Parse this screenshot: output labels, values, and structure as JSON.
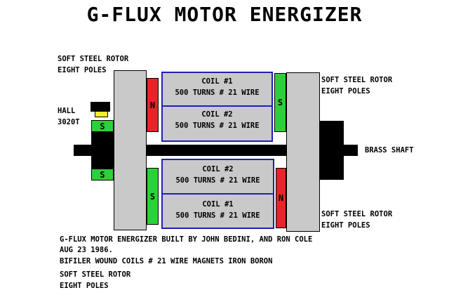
{
  "title": "G-FLUX MOTOR ENERGIZER",
  "labels": {
    "rotor_top_left_1": "SOFT STEEL ROTOR",
    "rotor_top_left_2": "EIGHT POLES",
    "rotor_top_right_1": "SOFT STEEL ROTOR",
    "rotor_top_right_2": "EIGHT POLES",
    "hall_1": "HALL",
    "hall_2": "3020T",
    "brass_shaft": "BRASS SHAFT",
    "rotor_bottom_right_1": "SOFT STEEL ROTOR",
    "rotor_bottom_right_2": "EIGHT POLES",
    "rotor_bottom_left_1": "SOFT STEEL ROTOR",
    "rotor_bottom_left_2": "EIGHT POLES"
  },
  "coils": {
    "top_1_name": "COIL #1",
    "top_1_spec": "500 TURNS # 21 WIRE",
    "top_2_name": "COIL #2",
    "top_2_spec": "500 TURNS # 21 WIRE",
    "bottom_2_name": "COIL #2",
    "bottom_2_spec": "500 TURNS # 21 WIRE",
    "bottom_1_name": "COIL #1",
    "bottom_1_spec": "500 TURNS # 21 WIRE"
  },
  "magnets": {
    "left_top": "N",
    "right_top": "S",
    "left_bottom": "S",
    "right_bottom": "N",
    "hall_top": "S",
    "hall_bottom": "S"
  },
  "notes": {
    "line1": "G-FLUX MOTOR ENERGIZER BUILT BY JOHN BEDINI, AND RON COLE",
    "line2": "AUG 23 1986.",
    "line3": "BIFILER WOUND COILS # 21 WIRE MAGNETS IRON BORON"
  },
  "colors": {
    "rotor": "#c9c9c9",
    "coil_border": "#1f1fb5",
    "north_magnet": "#e8232a",
    "south_magnet": "#2ed03a",
    "hall_sensor": "#f6ee2a"
  }
}
